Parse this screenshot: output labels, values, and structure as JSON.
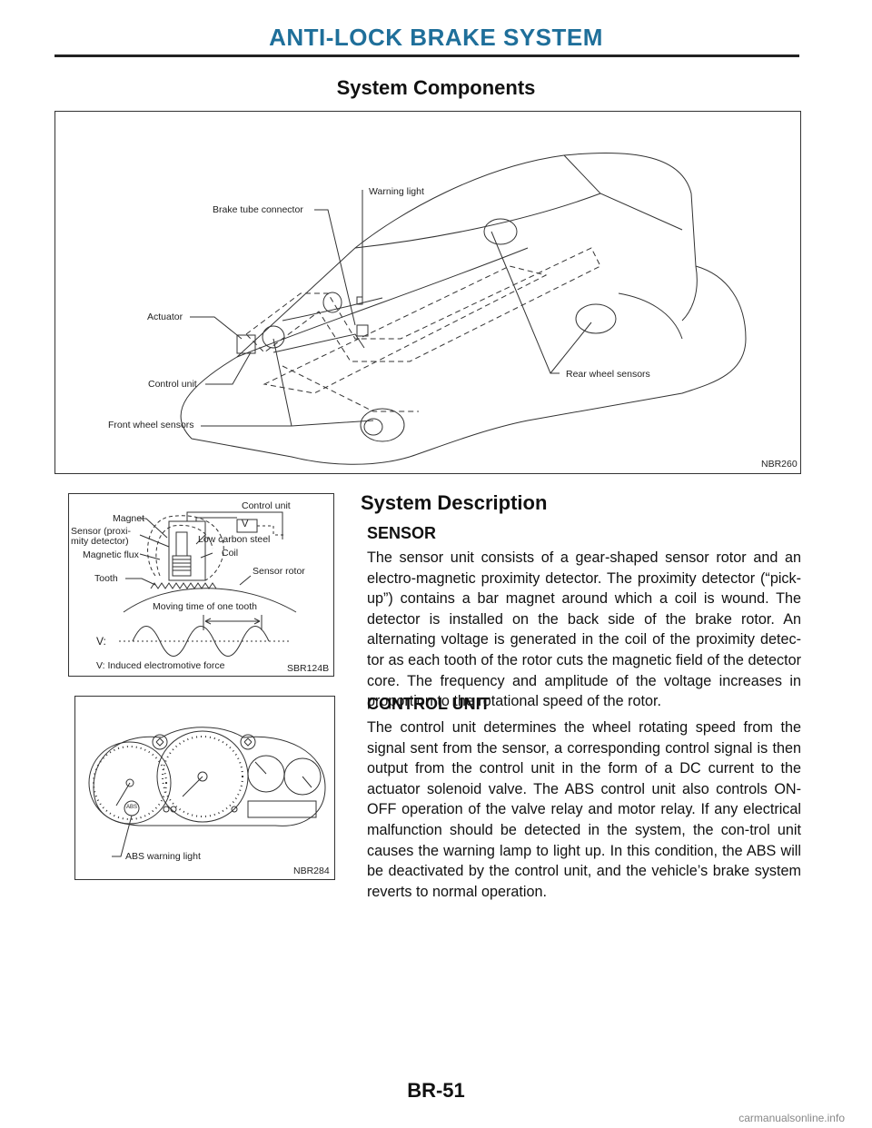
{
  "header": {
    "title": "ANTI-LOCK BRAKE SYSTEM"
  },
  "components": {
    "heading": "System Components",
    "figure": {
      "id": "NBR260",
      "labels": {
        "warning_light": "Warning light",
        "brake_tube_connector": "Brake tube connector",
        "actuator": "Actuator",
        "control_unit": "Control unit",
        "front_wheel_sensors": "Front wheel sensors",
        "rear_wheel_sensors": "Rear wheel sensors"
      }
    }
  },
  "description": {
    "heading": "System Description",
    "sensor": {
      "heading": "SENSOR",
      "text": "The sensor unit consists of a gear-shaped sensor rotor and an electro-magnetic proximity detector. The proximity detector (“pick-up”) contains a bar magnet around which a coil is wound. The detector is installed on the back side of the brake rotor. An alternating voltage is generated in the coil of the proximity detec-tor as each tooth of the rotor cuts the magnetic field of the detector core. The frequency and amplitude of the voltage increases in proportion to the rotational speed of the rotor."
    },
    "control_unit": {
      "heading": "CONTROL UNIT",
      "text": "The control unit determines the wheel rotating speed from the signal sent from the sensor, a corresponding control signal is then output from the control unit in the form of a DC current to the actuator solenoid valve. The ABS control unit also controls ON-OFF operation of the valve relay and motor relay. If any electrical malfunction should be detected in the system, the con-trol unit causes the warning lamp to light up. In this condition, the ABS will be deactivated by the control unit, and the vehicle’s brake system reverts to normal operation."
    }
  },
  "sensor_figure": {
    "id": "SBR124B",
    "labels": {
      "control_unit": "Control unit",
      "magnet": "Magnet",
      "sensor_line1": "Sensor (proxi-",
      "sensor_line2": "mity detector)",
      "magnetic_flux": "Magnetic flux",
      "low_carbon_steel": "Low carbon steel",
      "coil": "Coil",
      "tooth": "Tooth",
      "sensor_rotor": "Sensor rotor",
      "moving_time": "Moving time of one tooth",
      "v_axis": "V:",
      "v_caption": "V: Induced electromotive force",
      "v_box": "V"
    }
  },
  "meter_figure": {
    "id": "NBR284",
    "labels": {
      "abs_warning_light": "ABS warning light",
      "abs_text": "ABS"
    }
  },
  "footer": {
    "page_number": "BR-51",
    "watermark": "carmanualsonline.info"
  }
}
